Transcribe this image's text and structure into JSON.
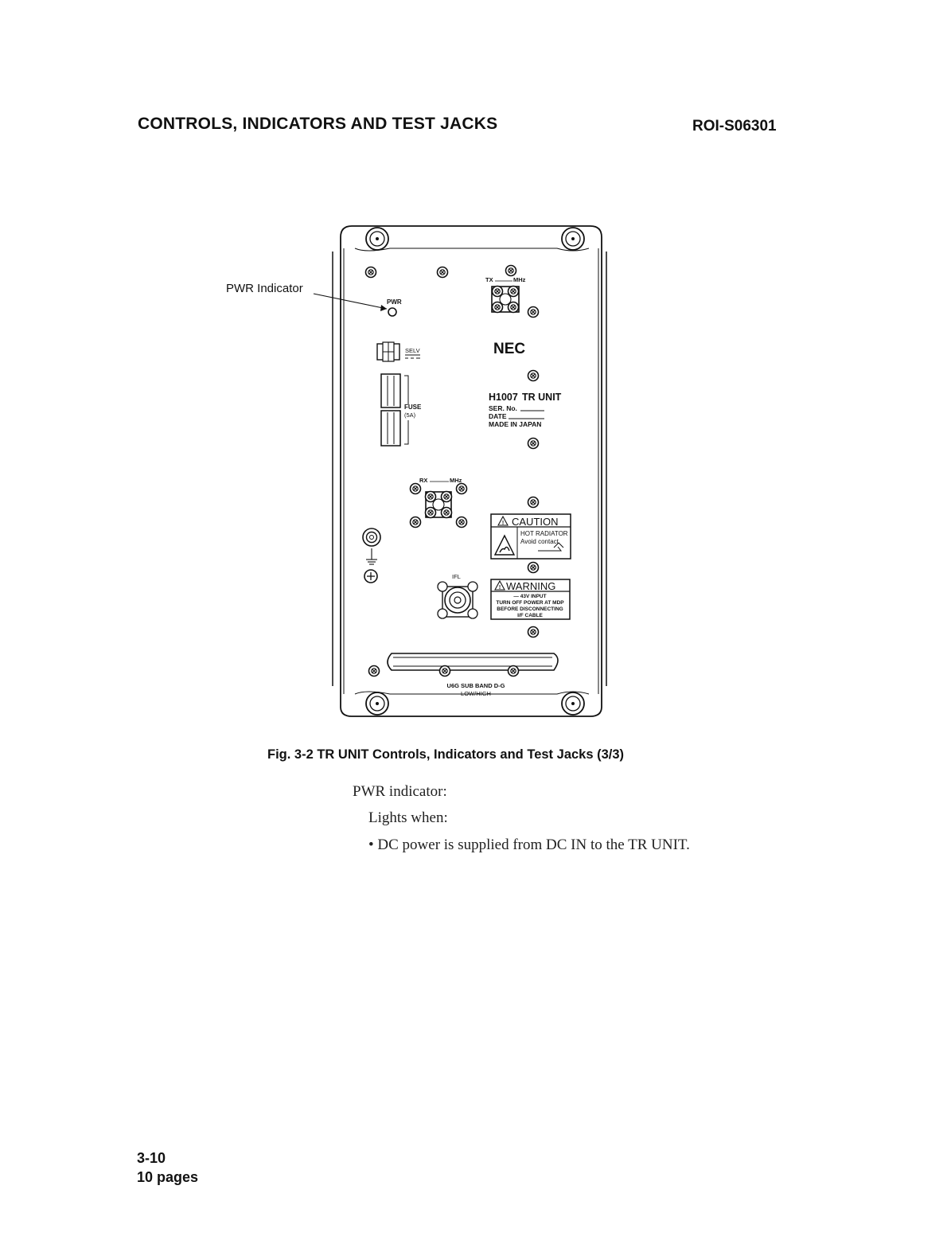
{
  "header": {
    "title": "CONTROLS, INDICATORS AND TEST JACKS",
    "doc_id": "ROI-S06301"
  },
  "diagram": {
    "callout": "PWR Indicator",
    "pwr_label": "PWR",
    "tx_label_prefix": "TX",
    "tx_label_unit": "MHz",
    "brand": "NEC",
    "selv_label": "SELV",
    "fuse_label": "FUSE",
    "fuse_rating": "(5A)",
    "model": "H1007",
    "unit_name": "TR UNIT",
    "ser_no": "SER. No.",
    "date": "DATE",
    "made_in": "MADE IN JAPAN",
    "rx_label_prefix": "RX",
    "rx_label_unit": "MHz",
    "caution_title": "CAUTION",
    "caution_line1": "HOT RADIATOR",
    "caution_line2": "Avoid contact",
    "ifl_label": "IFL",
    "warning_title": "WARNING",
    "warning_line1": "— 43V INPUT",
    "warning_line2": "TURN OFF POWER AT MDP",
    "warning_line3": "BEFORE DISCONNECTING",
    "warning_line4": "I/F CABLE",
    "band_line1": "U6G SUB BAND D-G",
    "band_line2": "LOW/HIGH"
  },
  "caption": "Fig. 3-2  TR UNIT Controls, Indicators and Test Jacks (3/3)",
  "description": {
    "heading": "PWR indicator:",
    "sub": "Lights when:",
    "bullet": "•  DC power is supplied from DC IN to the TR UNIT."
  },
  "footer": {
    "page": "3-10",
    "count": "10 pages"
  }
}
